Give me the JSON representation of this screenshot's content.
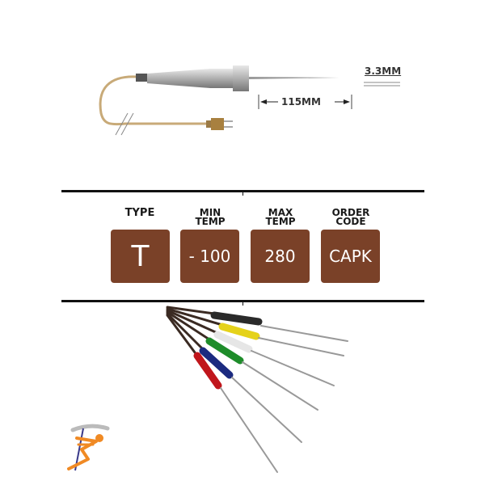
{
  "diagram": {
    "tip_diameter": "3.3MM",
    "probe_length": "115MM"
  },
  "specs": [
    {
      "label_line1": "",
      "label_line2": "TYPE",
      "value": "T"
    },
    {
      "label_line1": "MIN",
      "label_line2": "TEMP",
      "value": "- 100"
    },
    {
      "label_line1": "MAX",
      "label_line2": "TEMP",
      "value": "280"
    },
    {
      "label_line1": "ORDER",
      "label_line2": "CODE",
      "value": "CAPK"
    }
  ],
  "colors": {
    "spec_box": "#7a4128",
    "cable": "#c8aa78",
    "logo_orange": "#f08a24"
  },
  "probe_handles": [
    "black",
    "yellow",
    "white",
    "green",
    "blue",
    "red"
  ]
}
